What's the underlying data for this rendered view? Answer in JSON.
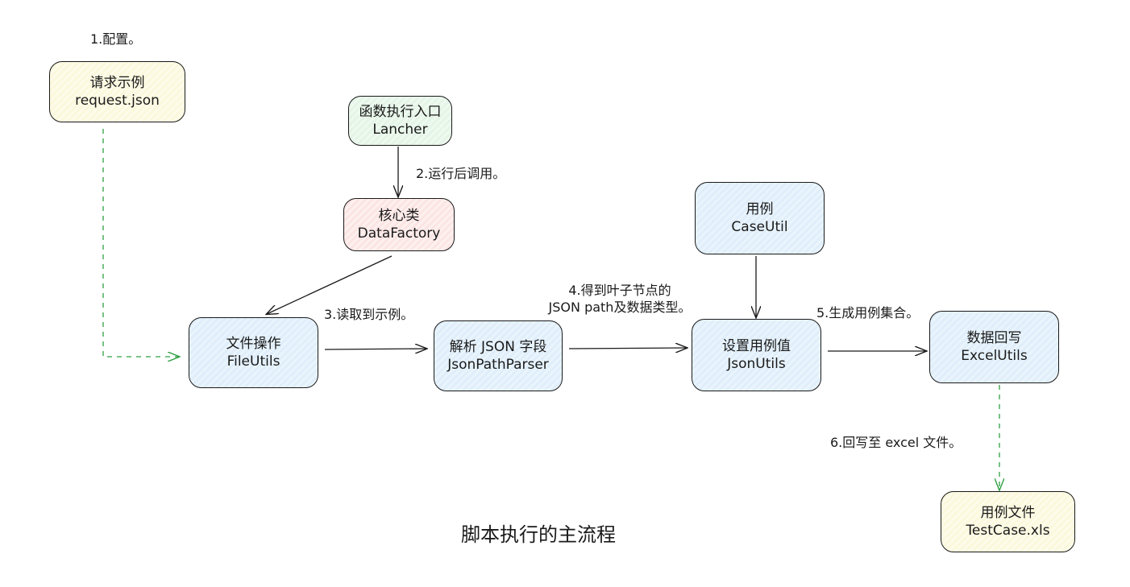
{
  "title": "脚本执行的主流程",
  "nodes": {
    "request_json": {
      "line1": "请求示例",
      "line2": "request.json"
    },
    "lancher": {
      "line1": "函数执行入口",
      "line2": "Lancher"
    },
    "data_factory": {
      "line1": "核心类",
      "line2": "DataFactory"
    },
    "file_utils": {
      "line1": "文件操作",
      "line2": "FileUtils"
    },
    "json_path_parser": {
      "line1": "解析 JSON 字段",
      "line2": "JsonPathParser"
    },
    "case_util": {
      "line1": "用例",
      "line2": "CaseUtil"
    },
    "json_utils": {
      "line1": "设置用例值",
      "line2": "JsonUtils"
    },
    "excel_utils": {
      "line1": "数据回写",
      "line2": "ExcelUtils"
    },
    "test_case_xls": {
      "line1": "用例文件",
      "line2": "TestCase.xls"
    }
  },
  "edge_labels": {
    "step1": "1.配置。",
    "step2": "2.运行后调用。",
    "step3": "3.读取到示例。",
    "step4_line1": "4.得到叶子节点的",
    "step4_line2": "JSON path及数据类型。",
    "step5": "5.生成用例集合。",
    "step6": "6.回写至 excel 文件。"
  },
  "colors": {
    "blue_fill": "#dfeefa",
    "yellow_fill": "#fbf8dc",
    "green_fill": "#e4f4e6",
    "pink_fill": "#fbe5e3",
    "dashed_arrow": "#2ea043",
    "solid_arrow": "#1a1a1a"
  }
}
